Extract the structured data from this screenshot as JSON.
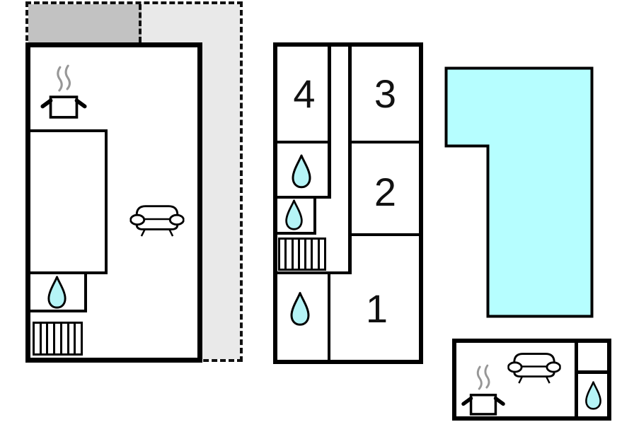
{
  "rooms": {
    "r1": "1",
    "r2": "2",
    "r3": "3",
    "r4": "4"
  },
  "colors": {
    "wall": "#000000",
    "pool": "#b6feff",
    "water_drop": "#b5f4f6",
    "terrace_dark": "#c2c2c2",
    "terrace_light": "#e9e9e9"
  },
  "icons": {
    "water_drop": "teardrop",
    "stove_pot": "cooking-pot-with-steam",
    "sofa": "sofa-front-view",
    "stairs": "striped-staircase"
  }
}
